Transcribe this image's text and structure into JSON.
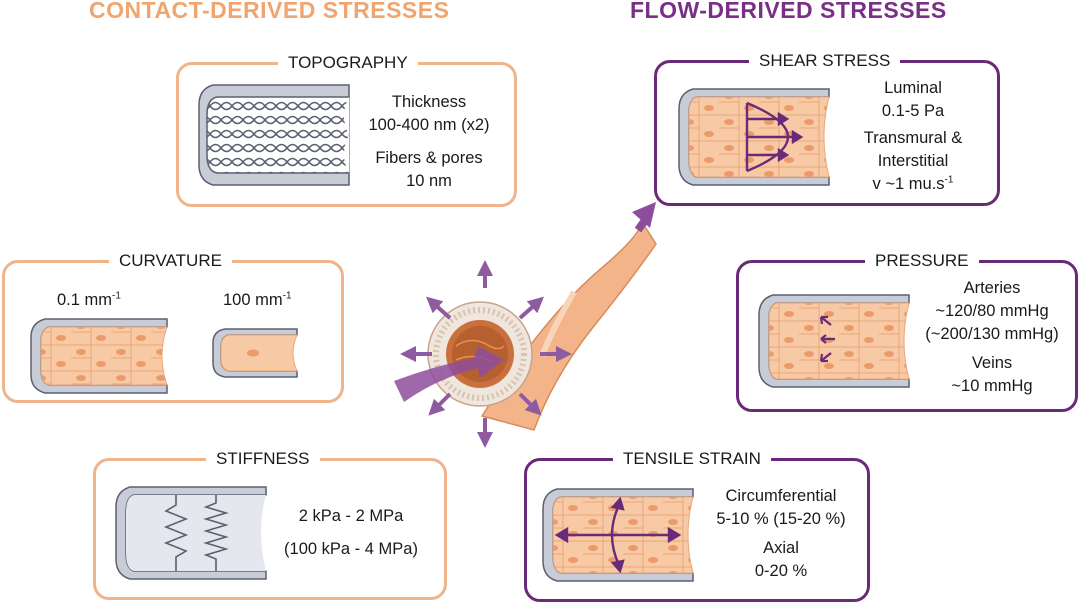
{
  "headers": {
    "contact": "CONTACT-DERIVED STRESSES",
    "flow": "FLOW-DERIVED STRESSES"
  },
  "topography": {
    "title": "TOPOGRAPHY",
    "line1": "Thickness",
    "line2": "100-400 nm (x2)",
    "line3": "Fibers & pores",
    "line4": "10 nm"
  },
  "curvature": {
    "title": "CURVATURE",
    "left_value": "0.1 mm",
    "left_exp": "-1",
    "right_value": "100 mm",
    "right_exp": "-1"
  },
  "stiffness": {
    "title": "STIFFNESS",
    "line1": "2 kPa - 2 MPa",
    "line2": "(100 kPa - 4 MPa)"
  },
  "shear": {
    "title": "SHEAR STRESS",
    "line1": "Luminal",
    "line2": "0.1-5 Pa",
    "line3": "Transmural &",
    "line4": "Interstitial",
    "line5": "v ~1 mu.s",
    "line5_exp": "-1"
  },
  "pressure": {
    "title": "PRESSURE",
    "line1": "Arteries",
    "line2": "~120/80 mmHg",
    "line3": "(~200/130 mmHg)",
    "line4": "Veins",
    "line5": "~10 mmHg"
  },
  "tensile": {
    "title": "TENSILE STRAIN",
    "line1": "Circumferential",
    "line2": "5-10 %  (15-20 %)",
    "line3": "Axial",
    "line4": "0-20 %"
  },
  "colors": {
    "contact": "#f0a56e",
    "flow": "#7a2f86",
    "tissue": "#f7c9a4",
    "tissue_dark": "#e8935d",
    "wall": "#c7ccd6"
  }
}
